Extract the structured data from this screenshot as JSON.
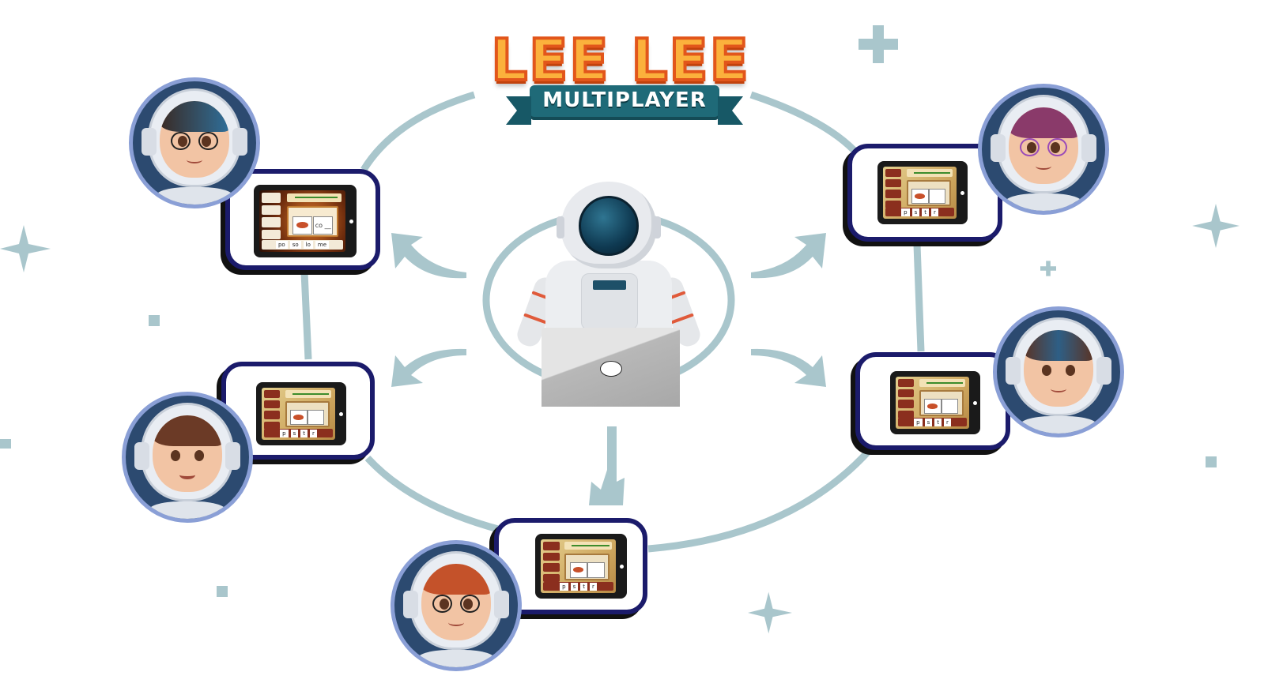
{
  "logo": {
    "title": "LEE LEE",
    "subtitle": "MULTIPLAYER"
  },
  "colors": {
    "connector": "#a9c6cc",
    "card_border": "#1b1b6b",
    "avatar_bg": "#2c4a70",
    "avatar_ring": "#8a9fd6",
    "logo_fill": "#fbb13c",
    "logo_stroke": "#e2561b",
    "ribbon": "#1f6a78"
  },
  "center": {
    "label": "host-astronaut-with-laptop"
  },
  "players": [
    {
      "id": "top-left",
      "description": "boy with blue-streaked hair and black glasses",
      "tablet": {
        "theme": "space",
        "answer_options": [
          "po",
          "so",
          "lo",
          "me"
        ],
        "prompt": "co __"
      }
    },
    {
      "id": "mid-left",
      "description": "smiling boy with brown hair",
      "tablet": {
        "theme": "desert",
        "letters": [
          "p",
          "s",
          "t",
          "r"
        ]
      }
    },
    {
      "id": "bottom",
      "description": "girl with red hair and round glasses",
      "tablet": {
        "theme": "desert",
        "letters": [
          "p",
          "s",
          "t",
          "r"
        ]
      }
    },
    {
      "id": "mid-right",
      "description": "boy with brown hair and blue streak",
      "tablet": {
        "theme": "desert",
        "letters": [
          "p",
          "s",
          "t",
          "r"
        ]
      }
    },
    {
      "id": "top-right",
      "description": "girl with purple hair and purple glasses",
      "tablet": {
        "theme": "desert",
        "letters": [
          "p",
          "s",
          "t",
          "r"
        ]
      }
    }
  ]
}
